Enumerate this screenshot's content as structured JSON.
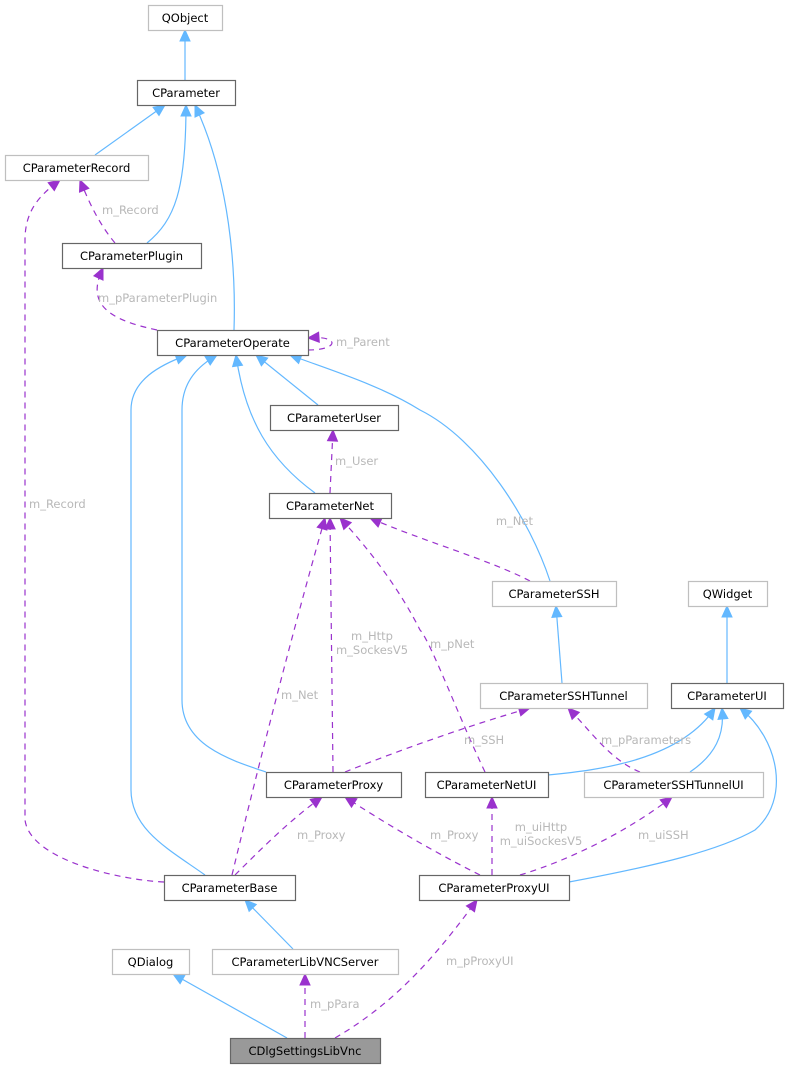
{
  "diagram": {
    "title": "Collaboration diagram for CDlgSettingsLibVnc",
    "colors": {
      "inheritance_edge": "#63b8ff",
      "usage_edge": "#9a32cd",
      "edge_label": "#b8b8b8",
      "documented_border": "#666666",
      "undocumented_border": "#bfbfbf",
      "focus_fill": "#999999"
    },
    "nodes": [
      {
        "id": "QObject",
        "label": "QObject",
        "style": "external"
      },
      {
        "id": "CParameter",
        "label": "CParameter",
        "style": "documented"
      },
      {
        "id": "CParameterRecord",
        "label": "CParameterRecord",
        "style": "external"
      },
      {
        "id": "CParameterPlugin",
        "label": "CParameterPlugin",
        "style": "documented"
      },
      {
        "id": "CParameterOperate",
        "label": "CParameterOperate",
        "style": "documented"
      },
      {
        "id": "CParameterUser",
        "label": "CParameterUser",
        "style": "documented"
      },
      {
        "id": "CParameterNet",
        "label": "CParameterNet",
        "style": "documented"
      },
      {
        "id": "CParameterSSH",
        "label": "CParameterSSH",
        "style": "external"
      },
      {
        "id": "QWidget",
        "label": "QWidget",
        "style": "external"
      },
      {
        "id": "CParameterSSHTunnel",
        "label": "CParameterSSHTunnel",
        "style": "external"
      },
      {
        "id": "CParameterUI",
        "label": "CParameterUI",
        "style": "documented"
      },
      {
        "id": "CParameterProxy",
        "label": "CParameterProxy",
        "style": "documented"
      },
      {
        "id": "CParameterNetUI",
        "label": "CParameterNetUI",
        "style": "documented"
      },
      {
        "id": "CParameterSSHTunnelUI",
        "label": "CParameterSSHTunnelUI",
        "style": "external"
      },
      {
        "id": "CParameterBase",
        "label": "CParameterBase",
        "style": "documented"
      },
      {
        "id": "CParameterProxyUI",
        "label": "CParameterProxyUI",
        "style": "documented"
      },
      {
        "id": "QDialog",
        "label": "QDialog",
        "style": "external"
      },
      {
        "id": "CParameterLibVNCServer",
        "label": "CParameterLibVNCServer",
        "style": "external"
      },
      {
        "id": "CDlgSettingsLibVnc",
        "label": "CDlgSettingsLibVnc",
        "style": "focus"
      }
    ],
    "edges": [
      {
        "from": "CParameter",
        "to": "QObject",
        "type": "inherit",
        "label": ""
      },
      {
        "from": "CParameterRecord",
        "to": "CParameter",
        "type": "inherit",
        "label": ""
      },
      {
        "from": "CParameterPlugin",
        "to": "CParameter",
        "type": "inherit",
        "label": ""
      },
      {
        "from": "CParameterOperate",
        "to": "CParameter",
        "type": "inherit",
        "label": ""
      },
      {
        "from": "CParameterPlugin",
        "to": "CParameterRecord",
        "type": "use",
        "label": "m_Record"
      },
      {
        "from": "CParameterOperate",
        "to": "CParameterPlugin",
        "type": "use",
        "label": "m_pParameterPlugin"
      },
      {
        "from": "CParameterOperate",
        "to": "CParameterOperate",
        "type": "use",
        "label": "m_Parent"
      },
      {
        "from": "CParameterBase",
        "to": "CParameterRecord",
        "type": "use",
        "label": "m_Record"
      },
      {
        "from": "CParameterUser",
        "to": "CParameterOperate",
        "type": "inherit",
        "label": ""
      },
      {
        "from": "CParameterNet",
        "to": "CParameterOperate",
        "type": "inherit",
        "label": ""
      },
      {
        "from": "CParameterSSH",
        "to": "CParameterOperate",
        "type": "inherit",
        "label": ""
      },
      {
        "from": "CParameterProxy",
        "to": "CParameterOperate",
        "type": "inherit",
        "label": ""
      },
      {
        "from": "CParameterBase",
        "to": "CParameterOperate",
        "type": "inherit",
        "label": ""
      },
      {
        "from": "CParameterNet",
        "to": "CParameterUser",
        "type": "use",
        "label": "m_User"
      },
      {
        "from": "CParameterSSH",
        "to": "CParameterNet",
        "type": "use",
        "label": "m_Net"
      },
      {
        "from": "CParameterProxy",
        "to": "CParameterNet",
        "type": "use",
        "label": "m_Http\nm_SockesV5"
      },
      {
        "from": "CParameterNetUI",
        "to": "CParameterNet",
        "type": "use",
        "label": "m_pNet"
      },
      {
        "from": "CParameterBase",
        "to": "CParameterNet",
        "type": "use",
        "label": "m_Net"
      },
      {
        "from": "CParameterSSHTunnel",
        "to": "CParameterSSH",
        "type": "inherit",
        "label": ""
      },
      {
        "from": "CParameterUI",
        "to": "QWidget",
        "type": "inherit",
        "label": ""
      },
      {
        "from": "CParameterProxy",
        "to": "CParameterSSHTunnel",
        "type": "use",
        "label": "m_SSH"
      },
      {
        "from": "CParameterSSHTunnelUI",
        "to": "CParameterSSHTunnel",
        "type": "use",
        "label": "m_pParameters"
      },
      {
        "from": "CParameterNetUI",
        "to": "CParameterUI",
        "type": "inherit",
        "label": ""
      },
      {
        "from": "CParameterSSHTunnelUI",
        "to": "CParameterUI",
        "type": "inherit",
        "label": ""
      },
      {
        "from": "CParameterProxyUI",
        "to": "CParameterUI",
        "type": "inherit",
        "label": ""
      },
      {
        "from": "CParameterBase",
        "to": "CParameterProxy",
        "type": "use",
        "label": "m_Proxy"
      },
      {
        "from": "CParameterProxyUI",
        "to": "CParameterProxy",
        "type": "use",
        "label": "m_Proxy"
      },
      {
        "from": "CParameterProxyUI",
        "to": "CParameterNetUI",
        "type": "use",
        "label": "m_uiHttp\nm_uiSockesV5"
      },
      {
        "from": "CParameterProxyUI",
        "to": "CParameterSSHTunnelUI",
        "type": "use",
        "label": "m_uiSSH"
      },
      {
        "from": "CParameterLibVNCServer",
        "to": "CParameterBase",
        "type": "inherit",
        "label": ""
      },
      {
        "from": "CDlgSettingsLibVnc",
        "to": "QDialog",
        "type": "inherit",
        "label": ""
      },
      {
        "from": "CDlgSettingsLibVnc",
        "to": "CParameterLibVNCServer",
        "type": "use",
        "label": "m_pPara"
      },
      {
        "from": "CDlgSettingsLibVnc",
        "to": "CParameterProxyUI",
        "type": "use",
        "label": "m_pProxyUI"
      }
    ]
  }
}
